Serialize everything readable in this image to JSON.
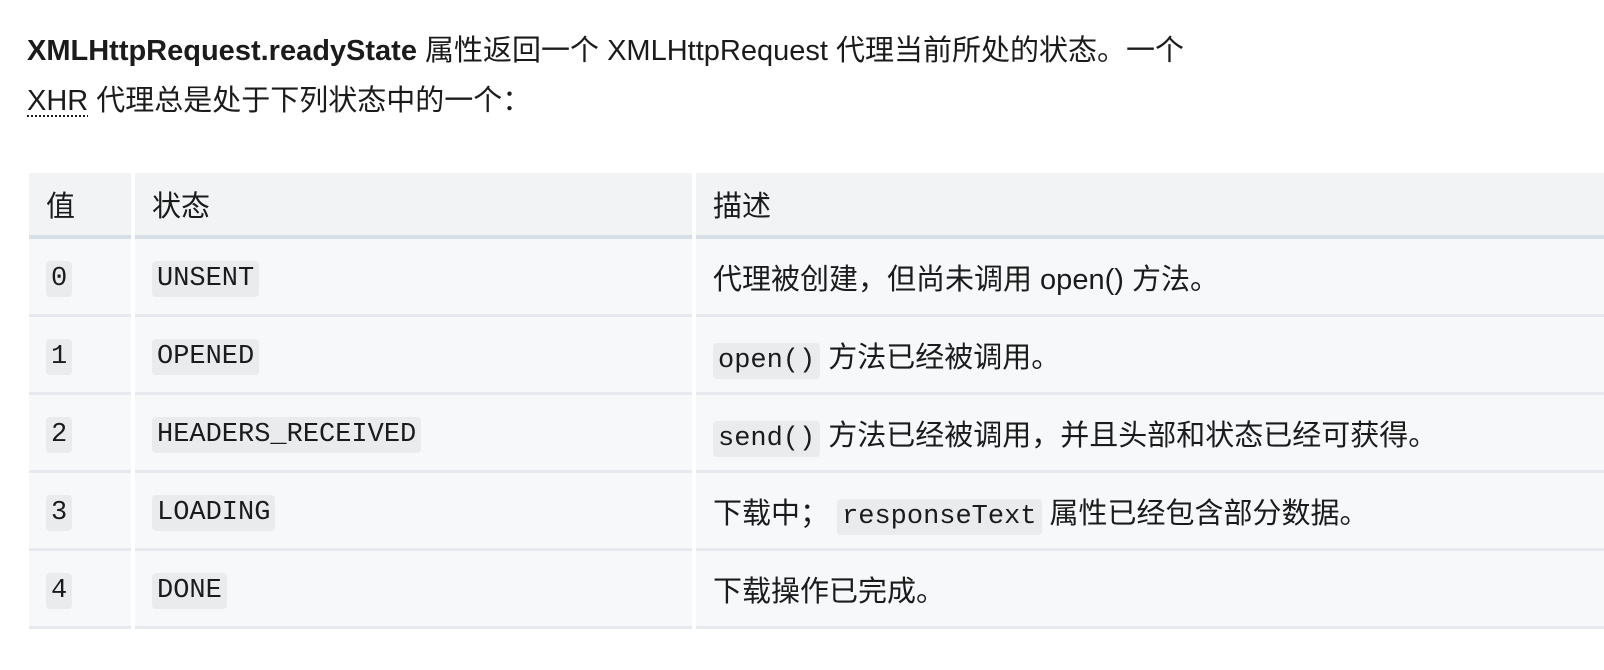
{
  "intro": {
    "property": "XMLHttpRequest.readyState",
    "text1": " 属性返回一个 XMLHttpRequest  代理当前所处的状态。一个",
    "abbr": "XHR",
    "abbr_title": "XMLHttpRequest",
    "text2": " 代理总是处于下列状态中的一个："
  },
  "table": {
    "headers": [
      "值",
      "状态",
      "描述"
    ],
    "rows": [
      {
        "value": "0",
        "state": "UNSENT",
        "desc_code": "",
        "desc_prefix": "",
        "desc": "代理被创建，但尚未调用 open() 方法。"
      },
      {
        "value": "1",
        "state": "OPENED",
        "desc_prefix": "",
        "desc_code": "open()",
        "desc": " 方法已经被调用。"
      },
      {
        "value": "2",
        "state": "HEADERS_RECEIVED",
        "desc_prefix": "",
        "desc_code": "send()",
        "desc": " 方法已经被调用，并且头部和状态已经可获得。"
      },
      {
        "value": "3",
        "state": "LOADING",
        "desc_prefix": "下载中； ",
        "desc_code": "responseText",
        "desc": " 属性已经包含部分数据。"
      },
      {
        "value": "4",
        "state": "DONE",
        "desc_prefix": "",
        "desc_code": "",
        "desc": "下载操作已完成。"
      }
    ]
  }
}
